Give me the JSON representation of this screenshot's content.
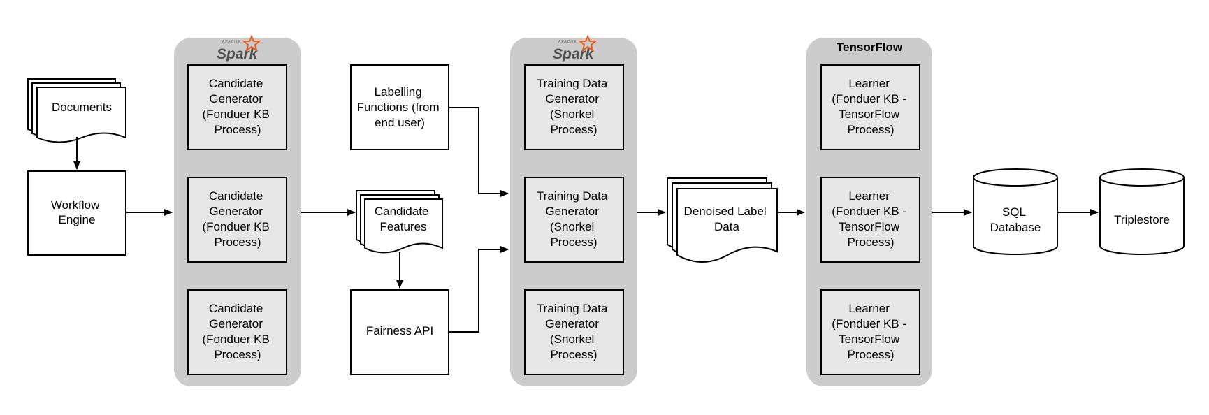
{
  "nodes": {
    "documents": "Documents",
    "workflow_engine": [
      "Workflow",
      "Engine"
    ],
    "candidate_features": [
      "Candidate",
      "Features"
    ],
    "labelling_functions": [
      "Labelling",
      "Functions (from",
      "end user)"
    ],
    "fairness_api": "Fairness API",
    "denoised_label_data": [
      "Denoised Label",
      "Data"
    ],
    "sql_database": [
      "SQL",
      "Database"
    ],
    "triplestore": "Triplestore"
  },
  "spark_cluster_1": {
    "logo": {
      "small": "APACHE",
      "word": "Spark"
    },
    "boxes": [
      [
        "Candidate",
        "Generator",
        "(Fonduer KB",
        "Process)"
      ],
      [
        "Candidate",
        "Generator",
        "(Fonduer KB",
        "Process)"
      ],
      [
        "Candidate",
        "Generator",
        "(Fonduer KB",
        "Process)"
      ]
    ]
  },
  "spark_cluster_2": {
    "logo": {
      "small": "APACHE",
      "word": "Spark"
    },
    "boxes": [
      [
        "Training Data",
        "Generator",
        "(Snorkel",
        "Process)"
      ],
      [
        "Training Data",
        "Generator",
        "(Snorkel",
        "Process)"
      ],
      [
        "Training Data",
        "Generator",
        "(Snorkel",
        "Process)"
      ]
    ]
  },
  "tensorflow_cluster": {
    "title": "TensorFlow",
    "boxes": [
      [
        "Learner",
        "(Fonduer KB -",
        "TensorFlow",
        "Process)"
      ],
      [
        "Learner",
        "(Fonduer KB -",
        "TensorFlow",
        "Process)"
      ],
      [
        "Learner",
        "(Fonduer KB -",
        "TensorFlow",
        "Process)"
      ]
    ]
  },
  "colors": {
    "cluster_bg": "#cccccc",
    "inner_box_bg": "#e6e6e6",
    "stroke": "#000000",
    "spark_star": "#e25a1c"
  }
}
